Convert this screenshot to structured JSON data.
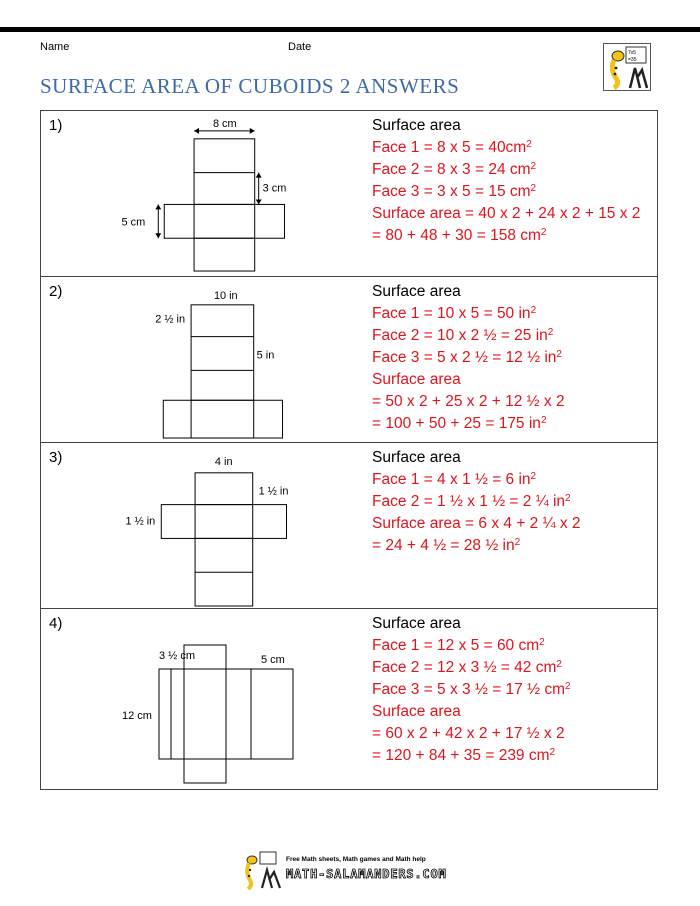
{
  "header": {
    "name_label": "Name",
    "date_label": "Date"
  },
  "title": "SURFACE AREA OF CUBOIDS 2 ANSWERS",
  "logo": {
    "text": "7x5 = 35"
  },
  "questions": [
    {
      "number": "1)",
      "net_labels": {
        "top": "8 cm",
        "right": "3 cm",
        "left": "5 cm"
      },
      "heading": "Surface area",
      "lines": [
        {
          "text": "Face 1 = 8 x 5 = 40cm",
          "sup": "2"
        },
        {
          "text": "Face 2 = 8 x 3 = 24 cm",
          "sup": "2"
        },
        {
          "text": "Face 3 = 3 x 5 = 15 cm",
          "sup": "2"
        },
        {
          "text": "Surface area = 40 x 2 + 24 x 2 + 15 x 2",
          "sup": ""
        },
        {
          "text": "= 80 + 48 + 30 = 158 cm",
          "sup": "2"
        }
      ]
    },
    {
      "number": "2)",
      "net_labels": {
        "top": "10 in",
        "left": "2 ½ in",
        "right": "5 in"
      },
      "heading": "Surface area",
      "lines": [
        {
          "text": "Face 1 = 10 x 5 = 50 in",
          "sup": "2"
        },
        {
          "text": "Face 2 = 10 x 2 ½ = 25 in",
          "sup": "2"
        },
        {
          "text": "Face 3 = 5 x 2 ½ = 12 ½ in",
          "sup": "2"
        },
        {
          "text": "Surface area",
          "sup": ""
        },
        {
          "text": "= 50 x 2 + 25 x 2 + 12 ½ x 2",
          "sup": ""
        },
        {
          "text": "= 100 + 50 + 25 = 175 in",
          "sup": "2"
        }
      ]
    },
    {
      "number": "3)",
      "net_labels": {
        "top": "4 in",
        "right": "1 ½ in",
        "left": "1 ½ in"
      },
      "heading": "Surface area",
      "lines": [
        {
          "text": "Face 1 = 4 x 1 ½ = 6 in",
          "sup": "2"
        },
        {
          "text": "Face 2 = 1 ½ x 1 ½ = 2 ¼ in",
          "sup": "2"
        },
        {
          "text": "Surface area = 6 x 4 + 2 ¼ x 2",
          "sup": ""
        },
        {
          "text": "= 24 + 4 ½ = 28 ½ in",
          "sup": "2"
        }
      ]
    },
    {
      "number": "4)",
      "net_labels": {
        "top_left": "3 ½ cm",
        "top_right": "5 cm",
        "left": "12 cm"
      },
      "heading": "Surface area",
      "lines": [
        {
          "text": "Face 1 = 12 x 5 = 60 cm",
          "sup": "2"
        },
        {
          "text": "Face 2 = 12 x 3 ½ = 42 cm",
          "sup": "2"
        },
        {
          "text": "Face 3 = 5 x 3 ½ = 17 ½ cm",
          "sup": "2"
        },
        {
          "text": "Surface area",
          "sup": ""
        },
        {
          "text": "= 60 x 2 + 42 x 2 + 17 ½ x 2",
          "sup": ""
        },
        {
          "text": "= 120 + 84 + 35 = 239 cm",
          "sup": "2"
        }
      ]
    }
  ],
  "footer": {
    "tagline": "Free Math sheets, Math games and Math help",
    "site": "MATH-SALAMANDERS.COM"
  }
}
